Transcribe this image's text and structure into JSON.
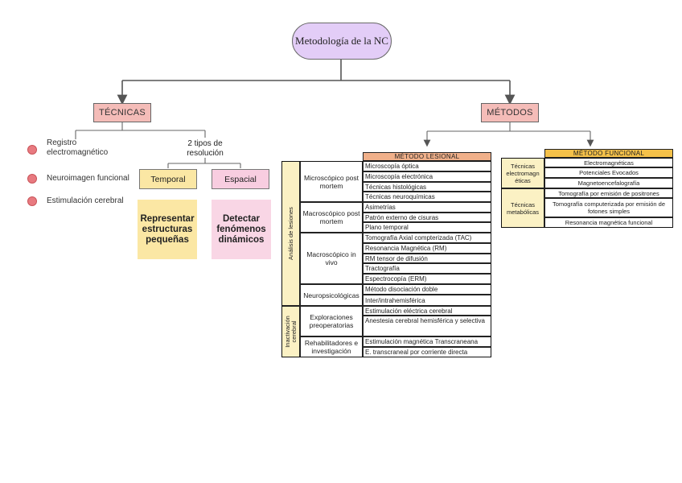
{
  "root": "Metodología de la NC",
  "tecnicas": {
    "label": "TÉCNICAS",
    "bullets": [
      "Registro electromagnético",
      "Neuroimagen funcional",
      "Estimulación cerebral"
    ],
    "resolucion_label": "2 tipos de resolución",
    "temporal": "Temporal",
    "espacial": "Espacial",
    "temporal_note": "Representar estructuras pequeñas",
    "espacial_note": "Detectar fenómenos dinámicos"
  },
  "metodos": {
    "label": "MÉTODOS",
    "lesional": {
      "header": "MÉTODO LESIONAL",
      "categories": [
        "Análisis de lesiones",
        "Inactivación cerebral"
      ],
      "groups": [
        {
          "label": "Microscópico post mortem",
          "items": [
            "Microscopía óptica",
            "Microscopía electrónica",
            "Técnicas histológicas",
            "Técnicas neuroquímicas"
          ]
        },
        {
          "label": "Macroscópico post mortem",
          "items": [
            "Asimetrías",
            "Patrón externo de cisuras",
            "Plano temporal"
          ]
        },
        {
          "label": "Macroscópico in vivo",
          "items": [
            "Tomografía Axial compterizada (TAC)",
            "Resonancia Magnética (RM)",
            "RM tensor de difusión",
            "Tractografía",
            "Espectrocopía (ERM)"
          ]
        },
        {
          "label": "Neuropsicológicas",
          "items": [
            "Método disociación doble",
            "Inter/intrahemisférica"
          ]
        },
        {
          "label": "Exploraciones preoperatorias",
          "items": [
            "Estimulación eléctrica cerebral",
            "Anestesia cerebral hemisférica y selectiva"
          ]
        },
        {
          "label": "Rehabilitadores e investigación",
          "items": [
            "Estimulación magnética Transcraneana",
            "E. transcraneal por corriente directa"
          ]
        }
      ]
    },
    "funcional": {
      "header": "MÉTODO FUNCIONAL",
      "groups": [
        {
          "label": "Técnicas electromagn éticas",
          "items": [
            "Electromagnéticas",
            "Potenciales Evocados",
            "Magnetoencefalografía"
          ]
        },
        {
          "label": "Técnicas metabólicas",
          "items": [
            "Tomografía por emisión de positrones",
            "Tomografía computerizada por emisión de fotones simples",
            "Resonancia magnética funcional"
          ]
        }
      ]
    }
  },
  "colors": {
    "root_fill": "#e3cdf7",
    "pink_box": "#f4bcb8",
    "bullet": "#e87a80",
    "temporal": "#fbe7a4",
    "espacial": "#f8cde0",
    "lesional_header": "#f0b08a",
    "funcional_header": "#f4c14a",
    "category_fill": "#fbf1c4"
  }
}
